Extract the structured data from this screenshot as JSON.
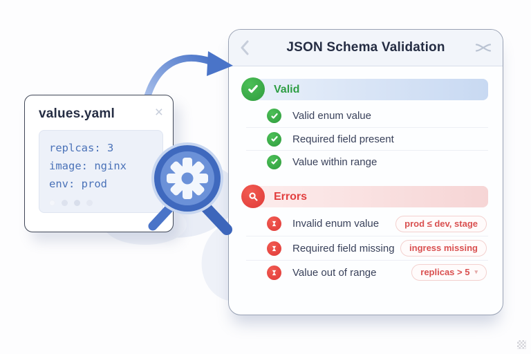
{
  "card": {
    "title": "values.yaml",
    "close_icon": "×",
    "code_lines": [
      "replcas: 3",
      "image: nginx",
      "env: prod"
    ]
  },
  "panel": {
    "title": "JSON Schema Validation",
    "valid": {
      "label": "Valid",
      "items": [
        "Valid enum value",
        "Required field present",
        "Value within range"
      ]
    },
    "errors": {
      "label": "Errors",
      "items": [
        {
          "label": "Invalid enum value",
          "badge": "prod ≤ dev, stage"
        },
        {
          "label": "Required field missing",
          "badge": "ingress missing"
        },
        {
          "label": "Value out of range",
          "badge": "replicas > 5",
          "caret": "▾"
        }
      ]
    }
  },
  "icons": {
    "back": "chevron-left",
    "header_right": "crossed-lines",
    "valid_item": "check-circle",
    "errors_header": "search-pin-circle",
    "error_item": "hourglass-circle",
    "center": "magnifier-with-gear",
    "flow": "curved-arrow-right"
  },
  "colors": {
    "accent_blue": "#4a74c8",
    "valid_green": "#34a546",
    "error_red": "#e8413d",
    "valid_band_from": "#e9f0fa",
    "valid_band_to": "#c8d9f2",
    "error_band_from": "#fdeded",
    "error_band_to": "#f6d5d5",
    "panel_border": "#98a1b3",
    "card_border": "#3f4656",
    "code_text": "#4a72b8"
  }
}
